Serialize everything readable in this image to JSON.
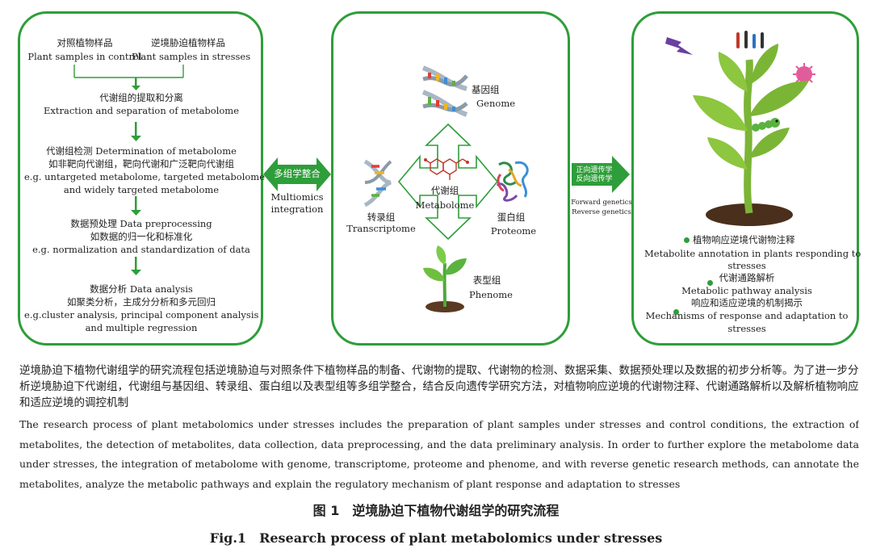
{
  "left_panel": {
    "control_zh": "对照植物样品",
    "control_en": "Plant samples in control",
    "stress_zh": "逆境胁迫植物样品",
    "stress_en": "Plant samples in stresses",
    "step1_zh": "代谢组的提取和分离",
    "step1_en": "Extraction and separation of metabolome",
    "step2_title": "代谢组检测 Determination of metabolome",
    "step2_zh": "如非靶向代谢组，靶向代谢和广泛靶向代谢组",
    "step2_en1": "e.g. untargeted metabolome, targeted metabolome",
    "step2_en2": "and widely targeted metabolome",
    "step3_title": "数据预处理 Data preprocessing",
    "step3_zh": "如数据的归一化和标准化",
    "step3_en": "e.g. normalization and standardization of data",
    "step4_title": "数据分析 Data analysis",
    "step4_zh": "如聚类分析，主成分分析和多元回归",
    "step4_en1": "e.g.cluster analysis, principal component analysis",
    "step4_en2": "and multiple regression"
  },
  "integration_arrow": {
    "zh": "多组学整合",
    "en1": "Multiomics",
    "en2": "integration"
  },
  "center_panel": {
    "genome_zh": "基因组",
    "genome_en": "Genome",
    "transcriptome_zh": "转录组",
    "transcriptome_en": "Transcriptome",
    "metabolome_zh": "代谢组",
    "metabolome_en": "Metabolome",
    "proteome_zh": "蛋白组",
    "proteome_en": "Proteome",
    "phenome_zh": "表型组",
    "phenome_en": "Phenome"
  },
  "genetics_arrow": {
    "zh1": "正向遗传学",
    "zh2": "反向遗传学",
    "en1": "Forward genetics",
    "en2": "Reverse genetics"
  },
  "right_panel": {
    "item1_zh": "植物响应逆境代谢物注释",
    "item1_en1": "Metabolite annotation in plants responding to",
    "item1_en2": "stresses",
    "item2_zh": "代谢通路解析",
    "item2_en": "Metabolic pathway analysis",
    "item3_zh": "响应和适应逆境的机制揭示",
    "item3_en1": "Mechanisms of response and adaptation to",
    "item3_en2": "stresses"
  },
  "caption": {
    "zh": "逆境胁迫下植物代谢组学的研究流程包括逆境胁迫与对照条件下植物样品的制备、代谢物的提取、代谢物的检测、数据采集、数据预处理以及数据的初步分析等。为了进一步分析逆境胁迫下代谢组，代谢组与基因组、转录组、蛋白组以及表型组等多组学整合，结合反向遗传学研究方法，对植物响应逆境的代谢物注释、代谢通路解析以及解析植物响应和适应逆境的调控机制",
    "en": "The research process of plant metabolomics under stresses includes the preparation of plant samples under stresses and control conditions, the extraction of metabolites, the detection of metabolites, data collection, data preprocessing, and the data preliminary analysis. In order to further explore the metabolome data under stresses, the integration of metabolome with genome, transcriptome, proteome and phenome, and with reverse genetic research methods, can annotate the metabolites, analyze the metabolic pathways and explain the regulatory mechanism of plant response and adaptation to stresses",
    "fig_zh": "图 1　逆境胁迫下植物代谢组学的研究流程",
    "fig_en": "Fig.1　Research process of plant metabolomics under stresses"
  },
  "colors": {
    "green": "#2e9e3a",
    "dark_green": "#1f7a2c"
  }
}
